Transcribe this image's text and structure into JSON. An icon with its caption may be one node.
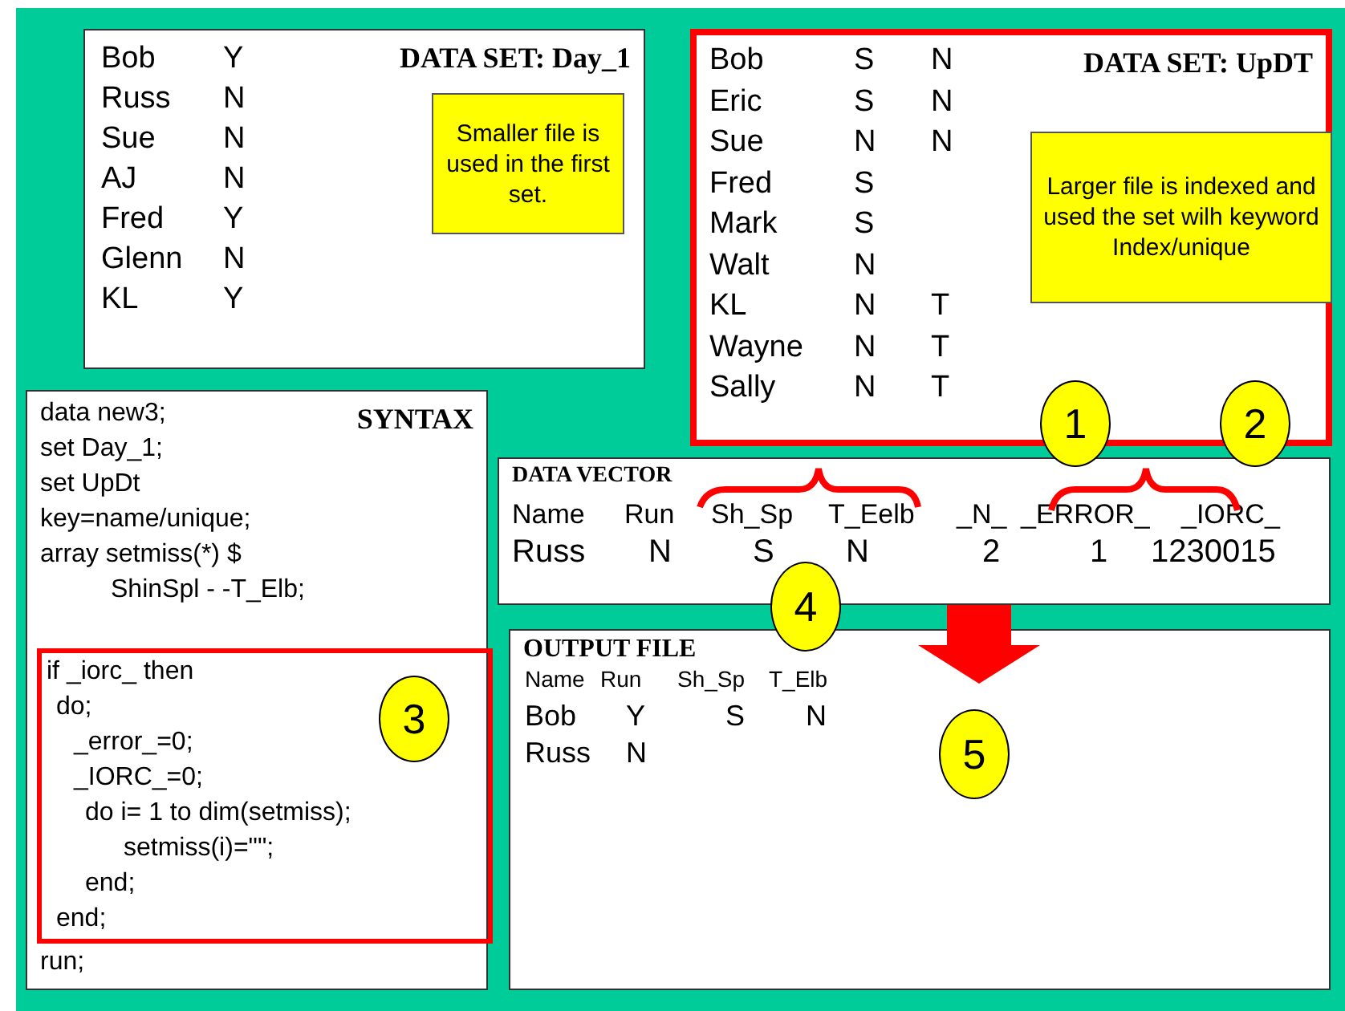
{
  "diagram": {
    "nodes": [
      {
        "text": [
          "Bob",
          "Y",
          "DATA SET: Day_1",
          "Russ",
          "N",
          "Sue",
          "N",
          "AJ",
          "N",
          "Fred",
          "Y",
          "Glenn",
          "N",
          "KL",
          "Y"
        ]
      },
      {
        "text": [
          "Smaller file is used in the first set."
        ],
        "in": 0
      },
      {
        "text": [
          "Bob",
          "S",
          "N",
          "DATA SET: UpDT",
          "Eric",
          "S",
          "N",
          "Sue",
          "N",
          "N",
          "Fred",
          "S",
          "Mark",
          "S",
          "Walt",
          "N",
          "KL",
          "N",
          "T",
          "Wayne",
          "N",
          "T",
          "Sally",
          "N",
          "T"
        ]
      },
      {
        "text": [
          "Larger file is indexed and used the set wilh keyword Index/unique"
        ],
        "in": 2
      },
      {
        "text": [
          "data new3;",
          "SYNTAX",
          "set Day_1;",
          "set UpDt",
          "key=name/unique;",
          "array setmiss(*) $",
          "ShinSpl - -T_Elb;",
          "run;"
        ]
      },
      {
        "text": [
          "if _iorc_ then",
          "do;",
          "_error_=0;",
          "_IORC_=0;",
          "do i= 1 to dim(setmiss);",
          "setmiss(i)=\"\";",
          "end;",
          "end;"
        ],
        "in": 4
      },
      {
        "text": [
          "3"
        ],
        "in": 5
      },
      {
        "text": [
          "DATA VECTOR",
          "Name",
          "Run",
          "Sh_Sp",
          "T_Eelb",
          "_N_",
          "_ERROR_",
          "_IORC_",
          "Russ",
          "N",
          "S",
          "N",
          "2",
          "1",
          "1230015"
        ]
      },
      {
        "text": [
          "OUTPUT FILE",
          "Name",
          "Run",
          "Sh_Sp",
          "T_Elb",
          "Bob",
          "Y",
          "S",
          "N",
          "Russ",
          "N"
        ]
      },
      {
        "text": [
          "1"
        ]
      },
      {
        "text": [
          "2"
        ]
      },
      {
        "text": [
          "4"
        ]
      },
      {
        "text": [
          "5"
        ],
        "in": 8
      }
    ],
    "edges": [
      {
        "from": 7,
        "to": 8,
        "arrow": "to"
      }
    ]
  }
}
